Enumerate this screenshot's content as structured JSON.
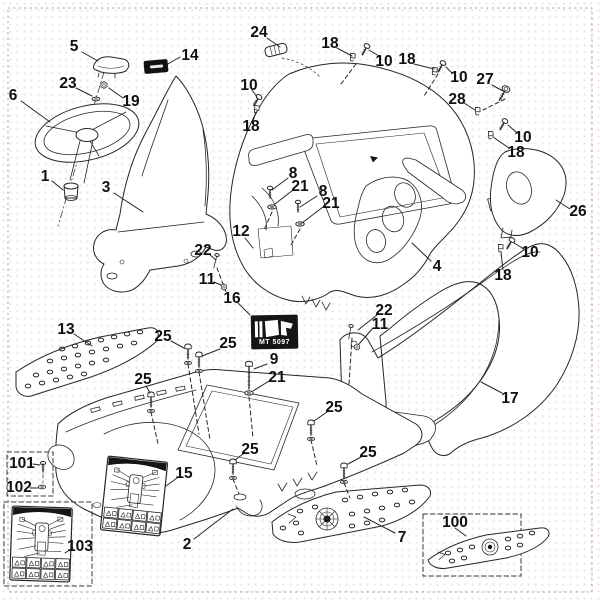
{
  "figure": {
    "kind": "exploded parts diagram",
    "model_plate_text": "MT 5097"
  },
  "mt_label": {
    "text": "MT 5097"
  },
  "callouts": [
    {
      "text": "5"
    },
    {
      "text": "14"
    },
    {
      "text": "23"
    },
    {
      "text": "19"
    },
    {
      "text": "6"
    },
    {
      "text": "1"
    },
    {
      "text": "3"
    },
    {
      "text": "24"
    },
    {
      "text": "18"
    },
    {
      "text": "10"
    },
    {
      "text": "18"
    },
    {
      "text": "10"
    },
    {
      "text": "27"
    },
    {
      "text": "28"
    },
    {
      "text": "10"
    },
    {
      "text": "18"
    },
    {
      "text": "10"
    },
    {
      "text": "18"
    },
    {
      "text": "8"
    },
    {
      "text": "21"
    },
    {
      "text": "8"
    },
    {
      "text": "21"
    },
    {
      "text": "26"
    },
    {
      "text": "12"
    },
    {
      "text": "22"
    },
    {
      "text": "11"
    },
    {
      "text": "4"
    },
    {
      "text": "10"
    },
    {
      "text": "18"
    },
    {
      "text": "16"
    },
    {
      "text": "22"
    },
    {
      "text": "11"
    },
    {
      "text": "13"
    },
    {
      "text": "25"
    },
    {
      "text": "25"
    },
    {
      "text": "9"
    },
    {
      "text": "21"
    },
    {
      "text": "25"
    },
    {
      "text": "17"
    },
    {
      "text": "25"
    },
    {
      "text": "25"
    },
    {
      "text": "25"
    },
    {
      "text": "101"
    },
    {
      "text": "102"
    },
    {
      "text": "15"
    },
    {
      "text": "2"
    },
    {
      "text": "7"
    },
    {
      "text": "103"
    },
    {
      "text": "100"
    }
  ]
}
